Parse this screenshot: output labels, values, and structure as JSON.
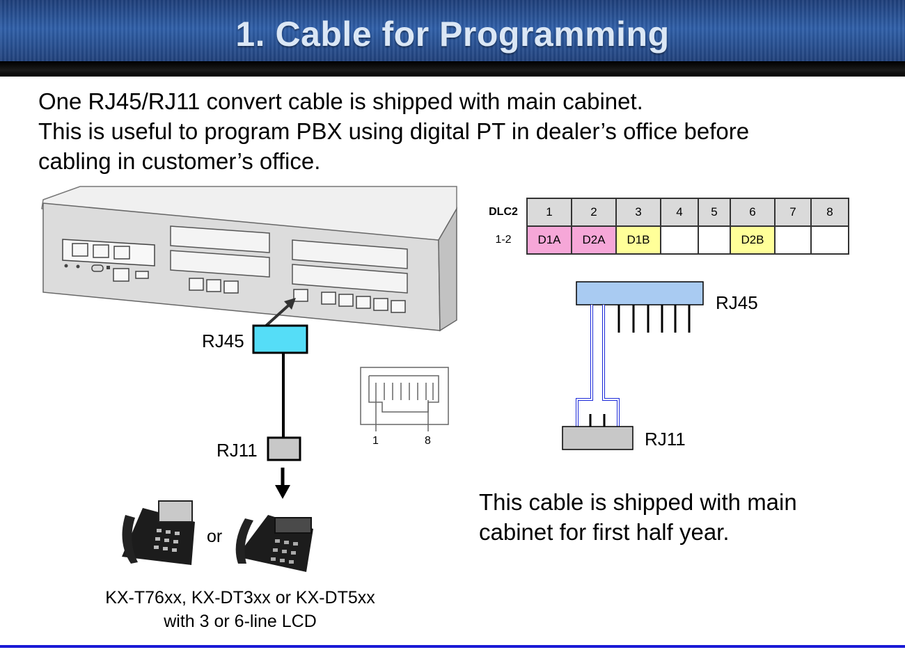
{
  "title": "1. Cable for Programming",
  "intro": [
    "One RJ45/RJ11 convert cable is shipped with main cabinet.",
    "This is useful to program PBX using digital PT in dealer’s office before",
    "cabling in customer’s office."
  ],
  "diagram": {
    "rj45_label": "RJ45",
    "rj11_label": "RJ11",
    "or_label": "or",
    "jack_pin_first": "1",
    "jack_pin_last": "8",
    "phones_caption": [
      "KX-T76xx, KX-DT3xx or KX-DT5xx",
      "with 3 or 6-line LCD"
    ],
    "cable_rj45_label": "RJ45",
    "cable_rj11_label": "RJ11",
    "note": [
      "This cable is shipped with main",
      "cabinet for first half year."
    ]
  },
  "table": {
    "header_label": "DLC2",
    "row_label": "1-2",
    "columns": [
      "1",
      "2",
      "3",
      "4",
      "5",
      "6",
      "7",
      "8"
    ],
    "cells": [
      {
        "text": "D1A",
        "color": "#f6a7d8"
      },
      {
        "text": "D2A",
        "color": "#f6a7d8"
      },
      {
        "text": "D1B",
        "color": "#ffff99"
      },
      {
        "text": "",
        "color": "#ffffff"
      },
      {
        "text": "",
        "color": "#ffffff"
      },
      {
        "text": "D2B",
        "color": "#ffff99"
      },
      {
        "text": "",
        "color": "#ffffff"
      },
      {
        "text": "",
        "color": "#ffffff"
      }
    ]
  },
  "colors": {
    "rj45_connector": "#55ddf7",
    "wire": "#1a28d8",
    "rj45_plug": "#a9cbf2",
    "rj11_plug": "#c8c8c8"
  }
}
